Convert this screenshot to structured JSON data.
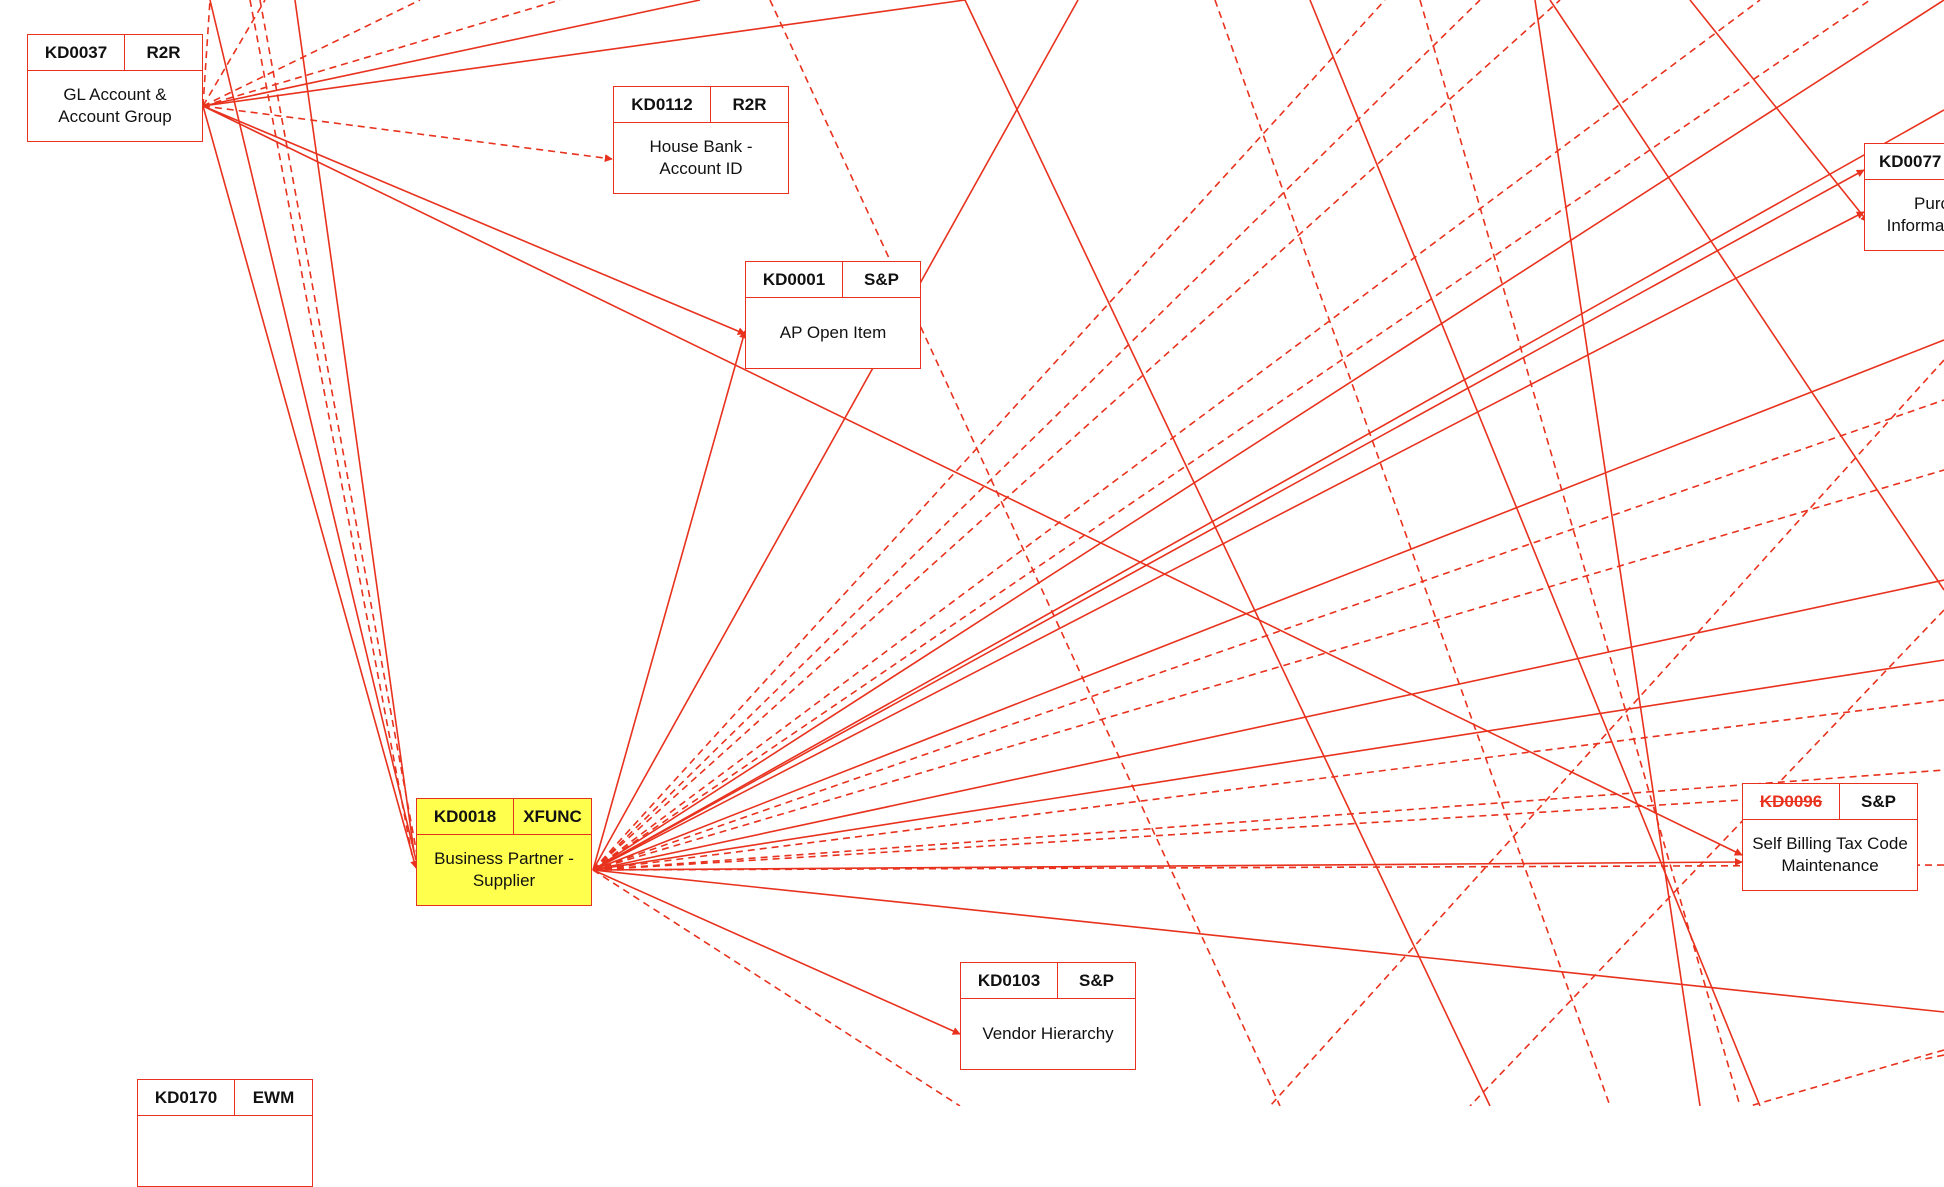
{
  "colors": {
    "line": "#e8321e",
    "highlight": "#ffff4d",
    "box_border": "#e8321e"
  },
  "nodes": [
    {
      "key": "kd0037",
      "id": "KD0037",
      "area": "R2R",
      "label": "GL Account & Account Group"
    },
    {
      "key": "kd0112",
      "id": "KD0112",
      "area": "R2R",
      "label": "House Bank - Account ID"
    },
    {
      "key": "kd0001",
      "id": "KD0001",
      "area": "S&P",
      "label": "AP Open Item"
    },
    {
      "key": "kd0018",
      "id": "KD0018",
      "area": "XFUNC",
      "label": "Business Partner - Supplier",
      "highlighted": true
    },
    {
      "key": "kd0103",
      "id": "KD0103",
      "area": "S&P",
      "label": "Vendor Hierarchy"
    },
    {
      "key": "kd0096",
      "id": "KD0096",
      "area": "S&P",
      "label": "Self Billing Tax Code Maintenance",
      "id_struck": true
    },
    {
      "key": "kd0077",
      "id": "KD0077",
      "area": "",
      "label": "Purc Informat"
    },
    {
      "key": "kd0170",
      "id": "KD0170",
      "area": "EWM",
      "label": ""
    }
  ]
}
